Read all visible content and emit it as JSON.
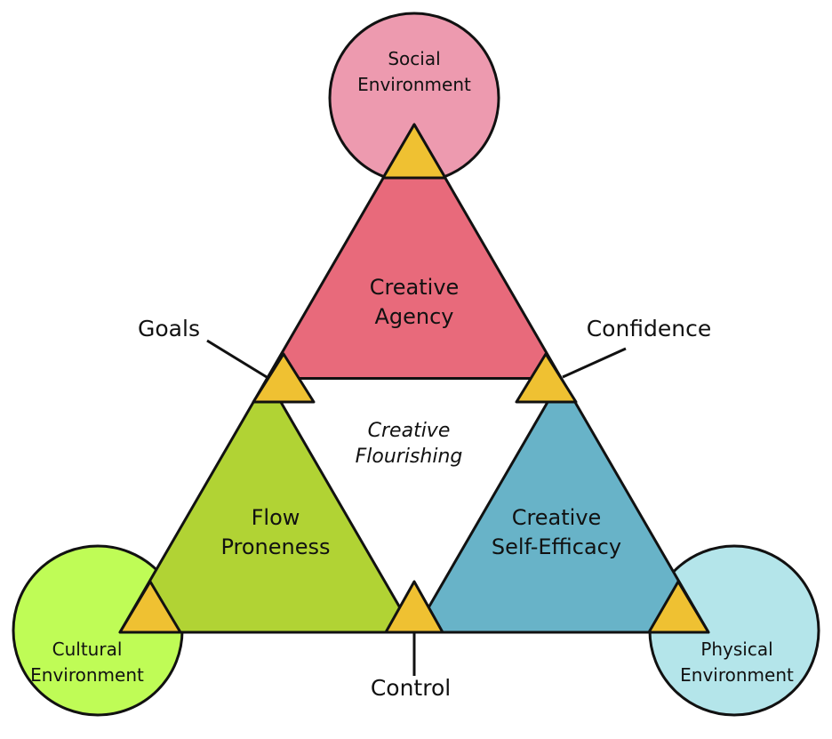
{
  "diagram": {
    "circles": {
      "social": {
        "line1": "Social",
        "line2": "Environment",
        "color": "#ED9AAF"
      },
      "cultural": {
        "line1": "Cultural",
        "line2": "Environment",
        "color": "#BFFC56"
      },
      "physical": {
        "line1": "Physical",
        "line2": "Environment",
        "color": "#B4E5EA"
      }
    },
    "triangles": {
      "agency": {
        "line1": "Creative",
        "line2": "Agency",
        "color": "#E86A7B"
      },
      "flow": {
        "line1": "Flow",
        "line2": "Proneness",
        "color": "#B1D334"
      },
      "efficacy": {
        "line1": "Creative",
        "line2": "Self-Efficacy",
        "color": "#68B3C8"
      }
    },
    "center": {
      "line1": "Creative",
      "line2": "Flourishing"
    },
    "connectors": {
      "goals": "Goals",
      "confidence": "Confidence",
      "control": "Control",
      "color": "#EFC132"
    }
  }
}
